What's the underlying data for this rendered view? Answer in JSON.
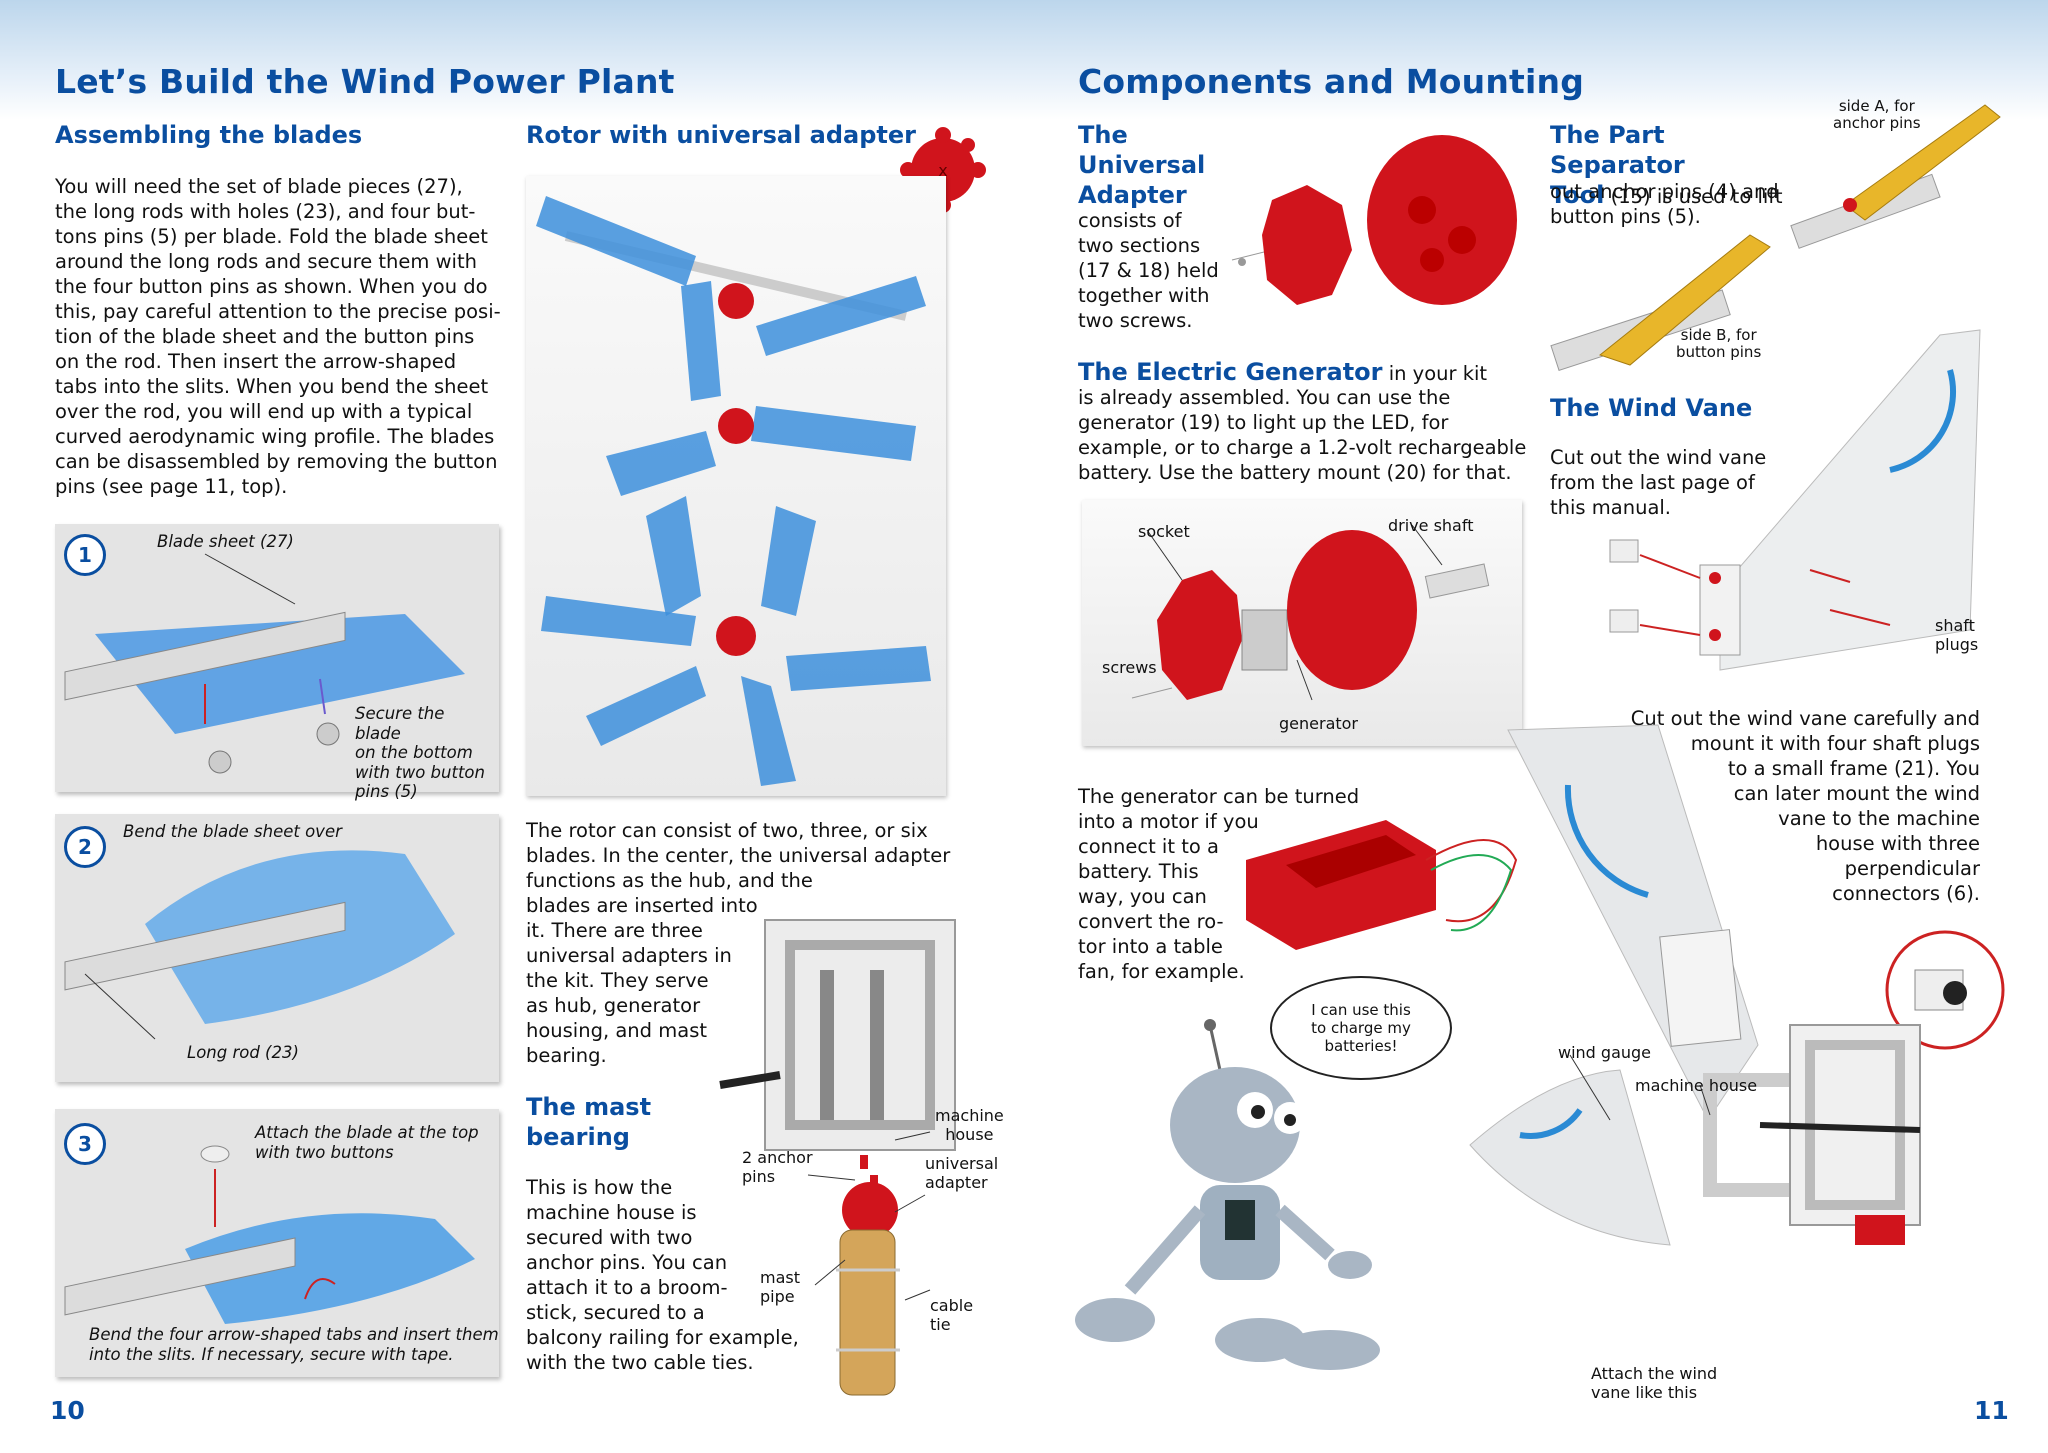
{
  "left_page": {
    "title": "Let’s Build the Wind Power Plant",
    "assembling": {
      "heading": "Assembling the blades",
      "lines": [
        "You will need the set of blade pieces (27),",
        "the long rods with holes (23), and four but-",
        "tons pins (5) per blade. Fold the blade sheet",
        "around the long rods and secure them with",
        "the four button pins as shown. When you do",
        "this, pay careful attention to the precise posi-",
        "tion of the blade sheet and the button pins",
        "on the rod. Then insert the arrow-shaped",
        "tabs into the slits. When you bend the sheet",
        "over the rod, you will end up with a typical",
        "curved aerodynamic wing profile. The blades",
        "can be disassembled by removing the button",
        "pins (see page 11, top)."
      ]
    },
    "steps": [
      {
        "num": "1",
        "label_a": "Blade sheet (27)",
        "label_b_lines": [
          "Secure the blade",
          "on the bottom",
          "with two button",
          "pins (5)"
        ]
      },
      {
        "num": "2",
        "label_a": "Bend the blade sheet over",
        "label_b_lines": [
          "Long rod (23)"
        ]
      },
      {
        "num": "3",
        "label_a_lines": [
          "Attach the blade at the top",
          "with two buttons"
        ],
        "label_b_lines": [
          "Bend the four arrow-shaped tabs and insert them",
          "into the slits. If necessary, secure with tape."
        ]
      }
    ],
    "rotor": {
      "heading": "Rotor with universal adapter",
      "lines": [
        "The rotor can consist of two, three, or six",
        "blades. In the center, the universal adapter",
        "functions as the hub, and the",
        "blades are inserted into",
        "it. There are three",
        "universal adapters in",
        "the kit. They serve",
        "as hub, generator",
        "housing, and mast",
        "bearing."
      ]
    },
    "mast": {
      "heading_lines": [
        "The mast",
        "bearing"
      ],
      "lines": [
        "This is how the",
        "machine house is",
        "secured with two",
        "anchor pins. You can",
        "attach it to a broom-",
        "stick, secured to a",
        "balcony railing for example,",
        "with the two cable ties."
      ],
      "labels": {
        "machine_house": [
          "machine",
          "house"
        ],
        "anchor_pins": [
          "2 anchor",
          "pins"
        ],
        "universal_adapter": [
          "universal",
          "adapter"
        ],
        "mast_pipe": [
          "mast",
          "pipe"
        ],
        "cable_tie": [
          "cable",
          "tie"
        ]
      }
    },
    "page_number": "10"
  },
  "right_page": {
    "title": "Components and Mounting",
    "universal_adapter": {
      "heading_lines": [
        "The",
        "Universal",
        "Adapter"
      ],
      "lines": [
        "consists of",
        "two sections",
        "(17 & 18) held",
        "together with",
        "two screws."
      ]
    },
    "generator": {
      "heading": "The Electric Generator",
      "lead": " in your kit",
      "lines": [
        "is already assembled. You can use the",
        "generator (19) to light up the LED, for",
        "example, or to charge a 1.2-volt rechargeable",
        "battery. Use the battery mount (20) for that."
      ],
      "labels": {
        "socket": "socket",
        "drive_shaft": "drive shaft",
        "screws": "screws",
        "generator": "generator"
      }
    },
    "motor": {
      "lines": [
        "The generator can be turned",
        "into a motor if you",
        "connect it to a",
        "battery. This",
        "way, you can",
        "convert the ro-",
        "tor into a table",
        "fan, for example."
      ]
    },
    "speech": {
      "lines": [
        "I can use this",
        "to charge my",
        "batteries!"
      ]
    },
    "separator": {
      "heading_lines": [
        "The Part Separator",
        "Tool"
      ],
      "lead": " (15) is used to lift",
      "lines": [
        "out anchor pins (4) and",
        "button pins (5)."
      ],
      "side_a": [
        "side A, for",
        "anchor pins"
      ],
      "side_b": [
        "side B, for",
        "button pins"
      ]
    },
    "wind_vane": {
      "heading": "The Wind Vane",
      "lines": [
        "Cut out the wind vane",
        "from the last page of",
        "this manual."
      ],
      "shaft_plugs": [
        "shaft",
        "plugs"
      ],
      "cut_lines": [
        "Cut out the wind vane carefully and",
        "mount it with four shaft plugs",
        "to a small frame (21). You",
        "can later mount the wind",
        "vane to the machine",
        "house with three",
        "perpendicular",
        "connectors (6)."
      ],
      "wind_gauge": "wind gauge",
      "machine_house": "machine house",
      "attach": [
        "Attach the wind",
        "vane like this"
      ]
    },
    "page_number": "11"
  },
  "colors": {
    "heading_blue": "#0a4ea0",
    "part_red": "#d0141c",
    "blade_blue": "#3d8fdc",
    "panel_gray": "#e4e4e4"
  }
}
